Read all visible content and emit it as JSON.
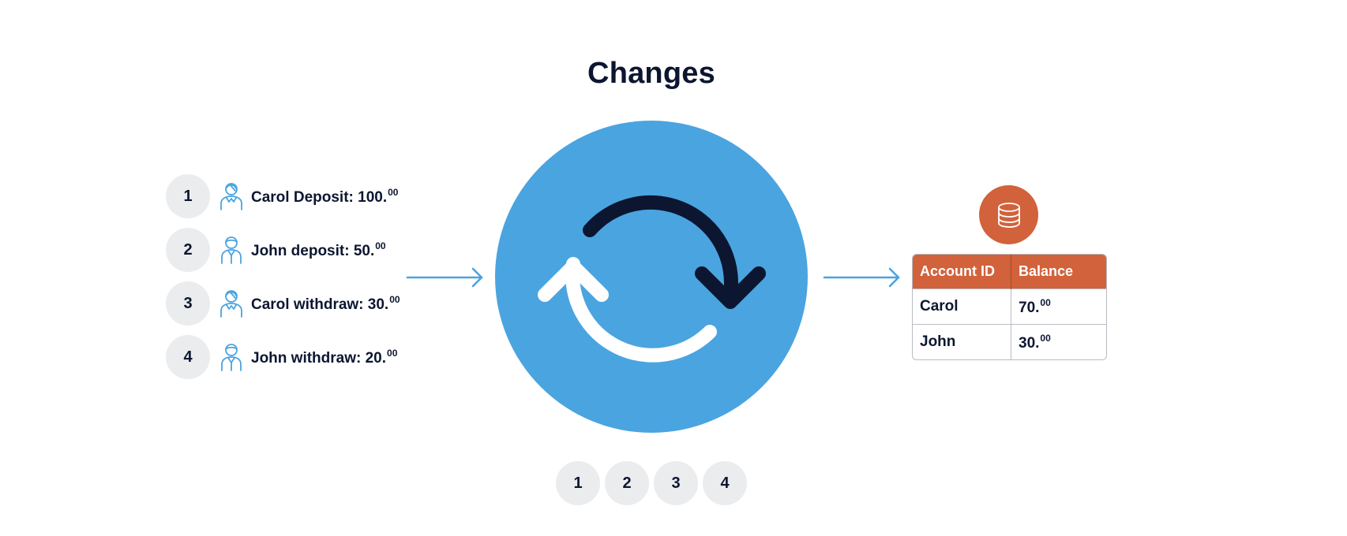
{
  "title": "Changes",
  "colors": {
    "dark": "#0c1630",
    "blue": "#4aa4e0",
    "orange": "#d2623b",
    "gray": "#ebecee"
  },
  "events": [
    {
      "number": "1",
      "icon": "person-female-icon",
      "text": "Carol Deposit: 100.",
      "sup": "00"
    },
    {
      "number": "2",
      "icon": "person-male-icon",
      "text": "John deposit: 50.",
      "sup": "00"
    },
    {
      "number": "3",
      "icon": "person-female-icon",
      "text": "Carol withdraw: 30.",
      "sup": "00"
    },
    {
      "number": "4",
      "icon": "person-male-icon",
      "text": "John withdraw: 20.",
      "sup": "00"
    }
  ],
  "processor_icon": "sync-refresh-icon",
  "database_icon": "database-icon",
  "table": {
    "headers": [
      "Account ID",
      "Balance"
    ],
    "rows": [
      {
        "account": "Carol",
        "balance": "70.",
        "sup": "00"
      },
      {
        "account": "John",
        "balance": "30.",
        "sup": "00"
      }
    ]
  },
  "steps": [
    "1",
    "2",
    "3",
    "4"
  ]
}
